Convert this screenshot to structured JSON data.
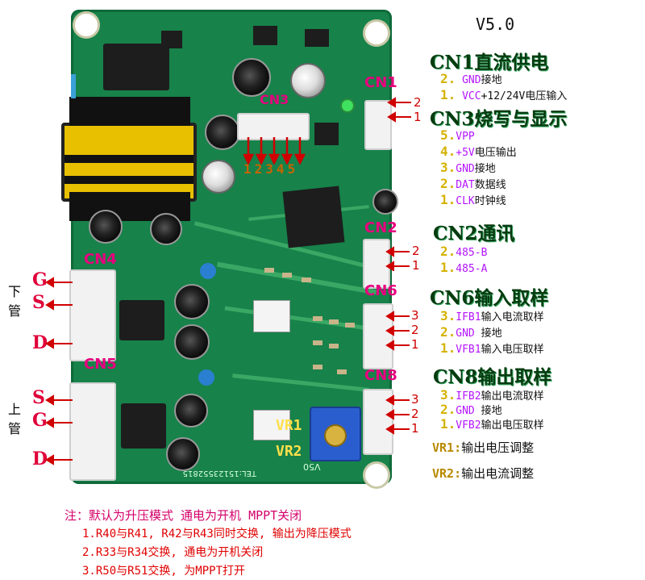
{
  "version": "V5.0",
  "cn1": {
    "title": "CN1直流供电",
    "items": [
      {
        "n": "2.",
        "code": "GND",
        "desc": "接地"
      },
      {
        "n": "1.",
        "code": "VCC",
        "desc": "+12/24V电压输入"
      }
    ]
  },
  "cn3": {
    "title": "CN3烧写与显示",
    "items": [
      {
        "n": "5.",
        "code": "VPP",
        "desc": ""
      },
      {
        "n": "4.",
        "code": "+5V",
        "desc": "电压输出"
      },
      {
        "n": "3.",
        "code": "GND",
        "desc": "接地"
      },
      {
        "n": "2.",
        "code": "DAT",
        "desc": "数据线"
      },
      {
        "n": "1.",
        "code": "CLK",
        "desc": "时钟线"
      }
    ]
  },
  "cn2": {
    "title": "CN2通讯",
    "items": [
      {
        "n": "2.",
        "code": "485-B",
        "desc": ""
      },
      {
        "n": "1.",
        "code": "485-A",
        "desc": ""
      }
    ]
  },
  "cn6": {
    "title": "CN6输入取样",
    "items": [
      {
        "n": "3.",
        "code": "IFB1",
        "desc": "输入电流取样"
      },
      {
        "n": "2.",
        "code": "GND",
        "desc": " 接地"
      },
      {
        "n": "1.",
        "code": "VFB1",
        "desc": "输入电压取样"
      }
    ]
  },
  "cn8": {
    "title": "CN8输出取样",
    "items": [
      {
        "n": "3.",
        "code": "IFB2",
        "desc": "输出电流取样"
      },
      {
        "n": "2.",
        "code": "GND",
        "desc": " 接地"
      },
      {
        "n": "1.",
        "code": "VFB2",
        "desc": "输出电压取样"
      }
    ]
  },
  "vr": [
    {
      "code": "VR1:",
      "desc": "输出电压调整"
    },
    {
      "code": "VR2:",
      "desc": "输出电流调整"
    }
  ],
  "board": {
    "cn1": "CN1",
    "cn2": "CN2",
    "cn3": "CN3",
    "cn4": "CN4",
    "cn5": "CN5",
    "cn6": "CN6",
    "cn8": "CN8",
    "cn3_pins": "12345",
    "vr1": "VR1",
    "vr2": "VR2",
    "silk_version": "V50",
    "silk_tel": "TEL:15123552815"
  },
  "pin_numbers": {
    "cn1": [
      "2",
      "1"
    ],
    "cn2": [
      "2",
      "1"
    ],
    "cn6": [
      "3",
      "2",
      "1"
    ],
    "cn8": [
      "3",
      "2",
      "1"
    ]
  },
  "lower_switch": {
    "label": "下管",
    "pins": [
      "G",
      "S",
      "D"
    ]
  },
  "upper_switch": {
    "label": "上管",
    "pins": [
      "S",
      "G",
      "D"
    ]
  },
  "notes": {
    "title": "注：默认为升压模式 通电为开机 MPPT关闭",
    "lines": [
      "1.R40与R41, R42与R43同时交换, 输出为降压模式",
      "2.R33与R34交换, 通电为开机关闭",
      "3.R50与R51交换, 为MPPT打开"
    ]
  }
}
